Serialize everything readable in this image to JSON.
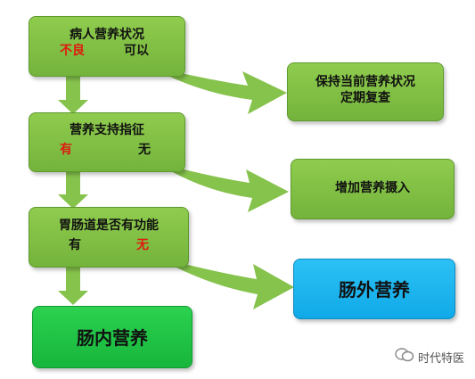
{
  "nodes": {
    "status": {
      "title": "病人营养状况",
      "opt_left": "不良",
      "opt_right": "可以"
    },
    "maintain": {
      "line1": "保持当前营养状况",
      "line2": "定期复查"
    },
    "indication": {
      "title": "营养支持指征",
      "opt_left": "有",
      "opt_right": "无"
    },
    "increase": {
      "label": "增加营养摄入"
    },
    "gut": {
      "title": "胃肠道是否有功能",
      "opt_left": "有",
      "opt_right": "无"
    },
    "parenteral": {
      "label": "肠外营养"
    },
    "enteral": {
      "label": "肠内营养"
    }
  },
  "watermark": {
    "text": "时代特医"
  },
  "colors": {
    "node_green": "#7dbf43",
    "node_bright_green": "#1fc045",
    "node_cyan": "#15b0ee",
    "arrow_green": "#86c34d",
    "highlight_red": "#e0190f"
  }
}
